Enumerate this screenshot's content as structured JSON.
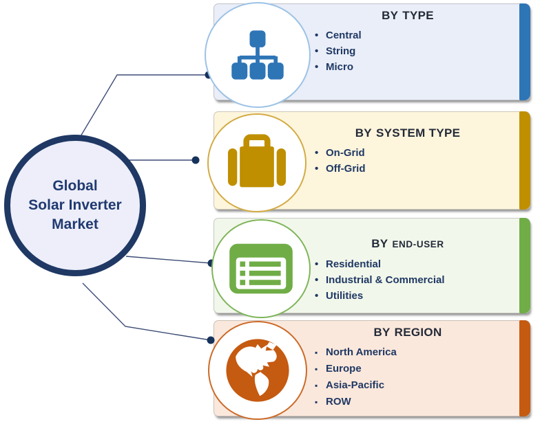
{
  "diagram_title": "Global Solar Inverter Market",
  "center": {
    "lines": [
      "Global",
      "Solar Inverter",
      "Market"
    ]
  },
  "panels": [
    {
      "name": "by-type",
      "title_prefix": "BY",
      "title_main": "TYPE",
      "items": [
        "Central",
        "String",
        "Micro"
      ],
      "bullet": "•",
      "accent": "#2E75B6",
      "fill": "#EAEEF8",
      "ring": "#9CC2E5",
      "icon": "sitemap-icon"
    },
    {
      "name": "by-system-type",
      "title_prefix": "BY",
      "title_main": "SYSTEM TYPE",
      "items": [
        "On-Grid",
        "Off-Grid"
      ],
      "bullet": "•",
      "accent": "#BF8F00",
      "fill": "#FDF5DC",
      "ring": "#D2AB45",
      "icon": "briefcase-icon"
    },
    {
      "name": "by-end-user",
      "title_prefix": "BY",
      "title_main": "END-USER",
      "items": [
        "Residential",
        "Industrial & Commercial",
        "Utilities"
      ],
      "bullet": "•",
      "accent": "#70AD47",
      "fill": "#F2F7EB",
      "ring": "#7FB55A",
      "icon": "list-icon"
    },
    {
      "name": "by-region",
      "title_prefix": "BY",
      "title_main": "REGION",
      "items": [
        "North America",
        "Europe",
        "Asia-Pacific",
        "ROW"
      ],
      "bullet": "▪",
      "accent": "#C55A11",
      "fill": "#FBE8DC",
      "ring": "#CC6A28",
      "icon": "globe-icon"
    }
  ],
  "colors": {
    "background": "#FFFFFF",
    "center_border": "#1F3864",
    "center_fill": "#EDEEF9",
    "center_text": "#203A70",
    "connector": "#3D4C77",
    "connector_dot": "#16325B",
    "item_text": "#1F3864",
    "title_text": "#232A38"
  }
}
